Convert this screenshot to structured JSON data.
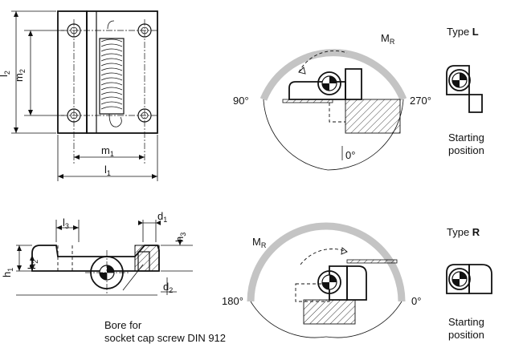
{
  "front_view": {
    "dims": {
      "l2": "l",
      "l2_sub": "2",
      "m2": "m",
      "m2_sub": "2",
      "m1": "m",
      "m1_sub": "1",
      "l1": "l",
      "l1_sub": "1"
    }
  },
  "side_view": {
    "dims": {
      "l3": "l",
      "l3_sub": "3",
      "d1": "d",
      "d1_sub": "1",
      "h3": "h",
      "h3_sub": "3",
      "h1": "h",
      "h1_sub": "1",
      "h2": "h",
      "h2_sub": "2",
      "d2": "d",
      "d2_sub": "2"
    },
    "bore_note_line1": "Bore for",
    "bore_note_line2": "socket cap screw DIN 912"
  },
  "type_l": {
    "type_prefix": "Type ",
    "type_letter": "L",
    "mr": "M",
    "mr_sub": "R",
    "angle_left": "90°",
    "angle_right": "270°",
    "angle_bottom": "0°",
    "starting_line1": "Starting",
    "starting_line2": "position"
  },
  "type_r": {
    "type_prefix": "Type ",
    "type_letter": "R",
    "mr": "M",
    "mr_sub": "R",
    "angle_left": "180°",
    "angle_right": "0°",
    "starting_line1": "Starting",
    "starting_line2": "position"
  }
}
